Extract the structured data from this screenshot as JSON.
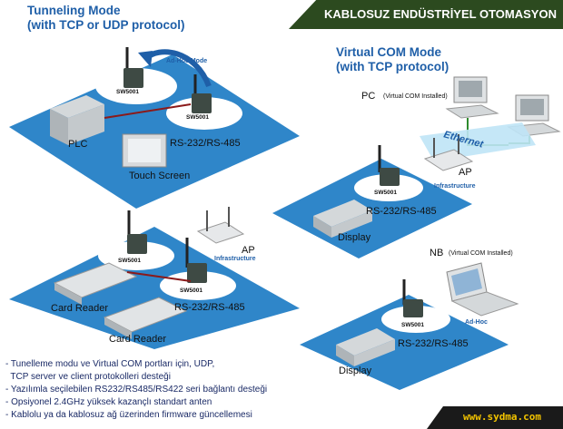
{
  "banner": {
    "title": "KABLOSUZ ENDÜSTRİYEL OTOMASYON"
  },
  "tunneling": {
    "title_line1": "Tunneling Mode",
    "title_line2": "(with TCP or UDP protocol)",
    "adhoc_label": "Ad-Hoc Mode",
    "device1": "SW5001",
    "device2": "SW5001",
    "plc_label": "PLC",
    "touch_label": "Touch Screen",
    "serial_label": "RS-232/RS-485"
  },
  "card_reader_diagram": {
    "device1": "SW5001",
    "device2": "SW5001",
    "ap_label": "AP",
    "infra_label": "Infrastructure",
    "reader1_label": "Card Reader",
    "reader2_label": "Card Reader",
    "serial_label": "RS-232/RS-485"
  },
  "vcom": {
    "title_line1": "Virtual COM Mode",
    "title_line2": "(with TCP protocol)",
    "pc_label": "PC",
    "pc_sub": "(Virtual COM Installed)",
    "ethernet_label": "Ethernet",
    "ap_label": "AP",
    "infra_label": "Infrastructure",
    "device": "SW5001",
    "serial_label": "RS-232/RS-485",
    "display_label": "Display"
  },
  "nb_diagram": {
    "nb_label": "NB",
    "nb_sub": "(Virtual COM Installed)",
    "adhoc_label": "Ad-Hoc",
    "device": "SW5001",
    "serial_label": "RS-232/RS-485",
    "display_label": "Display"
  },
  "bullets": [
    "- Tunelleme modu ve Virtual COM portları için, UDP,",
    "  TCP server ve client protokolleri desteği",
    "- Yazılımla seçilebilen RS232/RS485/RS422 seri bağlantı  desteği",
    "- Opsiyonel 2.4GHz yüksek kazançlı standart anten",
    "- Kablolu ya da kablosuz ağ üzerinden firmware  güncellemesi"
  ],
  "footer": {
    "url": "www.sydma.com"
  },
  "colors": {
    "platform": "#2f86c9",
    "accent_blue": "#1f5fa8",
    "banner": "#2c4a1f",
    "footer_text": "#f2c300"
  }
}
